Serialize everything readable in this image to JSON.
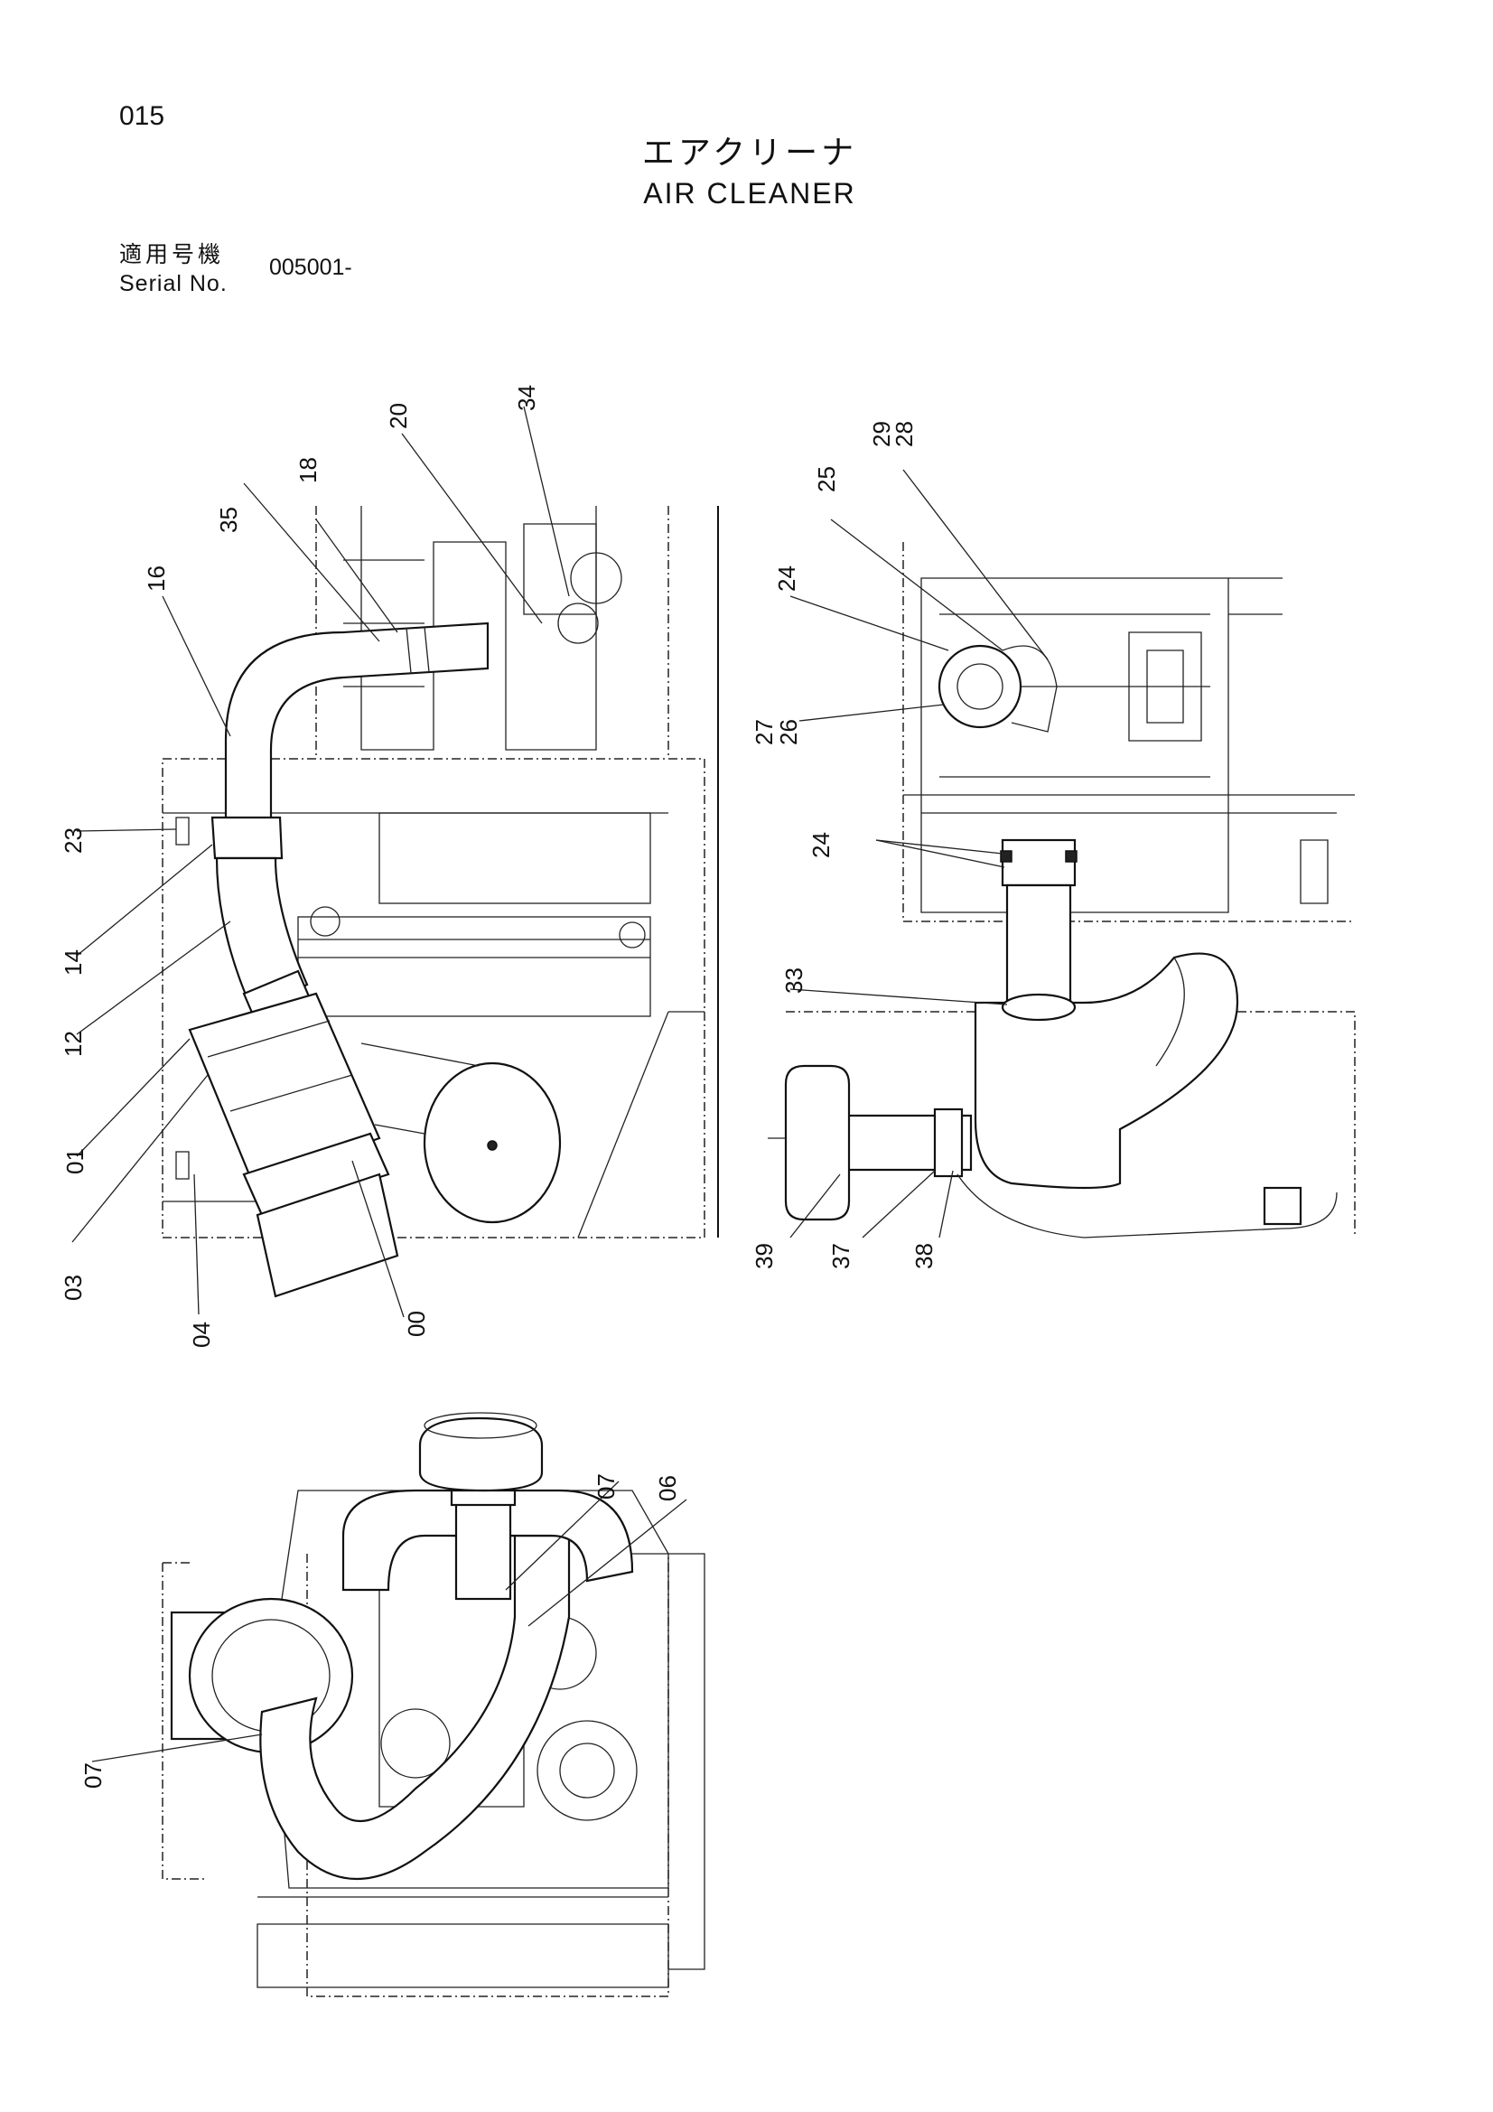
{
  "page_number": "015",
  "title_jp": "エアクリーナ",
  "title_en": "AIR CLEANER",
  "serial_label_jp": "適用号機",
  "serial_label_en": "Serial No.",
  "serial_value": "005001-",
  "callouts": {
    "c00": "00",
    "c01": "01",
    "c03": "03",
    "c04": "04",
    "c06": "06",
    "c07a": "07",
    "c07b": "07",
    "c12": "12",
    "c14": "14",
    "c16": "16",
    "c18": "18",
    "c20": "20",
    "c23": "23",
    "c24a": "24",
    "c24b": "24",
    "c25": "25",
    "c26": "26",
    "c27": "27",
    "c28": "28",
    "c29": "29",
    "c33": "33",
    "c34": "34",
    "c35": "35",
    "c37": "37",
    "c38": "38",
    "c39": "39"
  }
}
